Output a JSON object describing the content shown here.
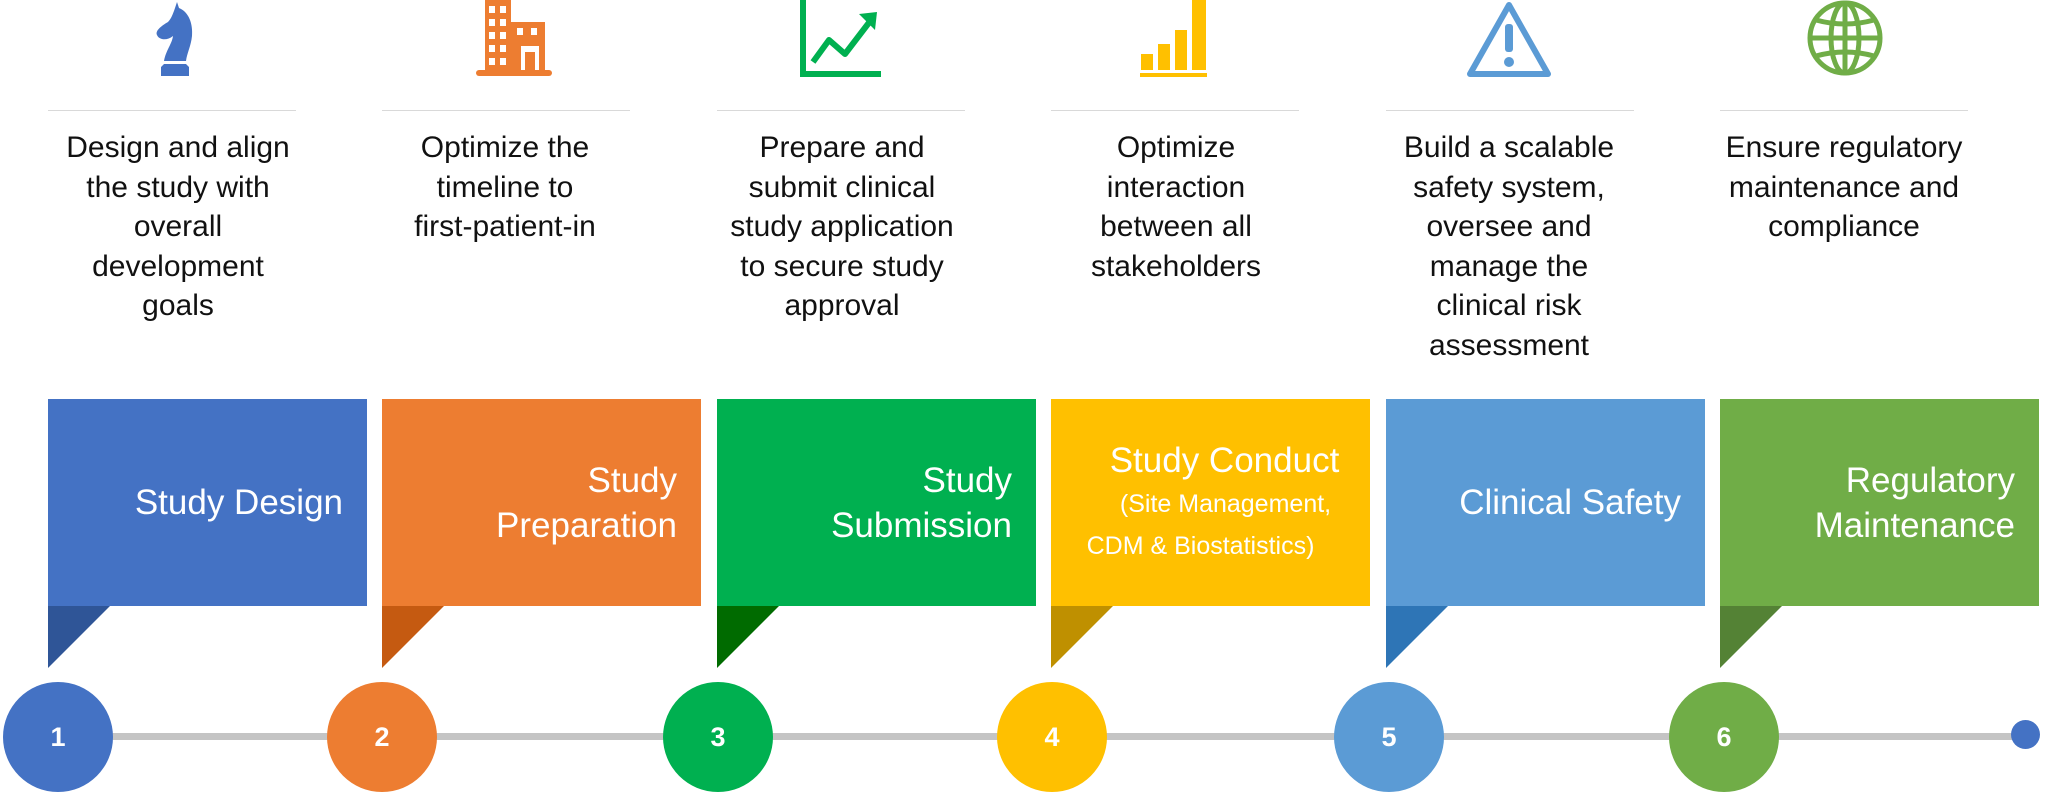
{
  "colors": {
    "design": "#4472c4",
    "preparation": "#ed7d31",
    "submission": "#00b050",
    "conduct": "#ffc000",
    "safety": "#5b9bd5",
    "regulatory": "#70ad47",
    "timeline": "#c4c4c4"
  },
  "stages": [
    {
      "icon": "chess-knight-icon",
      "description": [
        "Design and align",
        "the study with",
        "overall",
        "development",
        "goals"
      ],
      "banner": [
        "Study Design"
      ],
      "banner_sub": [],
      "number": "1"
    },
    {
      "icon": "office-building-icon",
      "description": [
        "Optimize the",
        "timeline to",
        "first-patient-in"
      ],
      "banner": [
        "Study",
        "Preparation"
      ],
      "banner_sub": [],
      "number": "2"
    },
    {
      "icon": "trending-chart-icon",
      "description": [
        "Prepare and",
        "submit clinical",
        "study application",
        "to secure study",
        "approval"
      ],
      "banner": [
        "Study",
        "Submission"
      ],
      "banner_sub": [],
      "number": "3"
    },
    {
      "icon": "signal-bars-icon",
      "description": [
        "Optimize",
        "interaction",
        "between all",
        "stakeholders"
      ],
      "banner": [
        "Study Conduct"
      ],
      "banner_sub": [
        "(Site Management,",
        "CDM & Biostatistics)"
      ],
      "number": "4"
    },
    {
      "icon": "warning-triangle-icon",
      "description": [
        "Build a scalable",
        "safety system,",
        "oversee and",
        "manage the",
        "clinical risk",
        "assessment"
      ],
      "banner": [
        "Clinical Safety"
      ],
      "banner_sub": [],
      "number": "5"
    },
    {
      "icon": "globe-icon",
      "description": [
        "Ensure regulatory",
        "maintenance and",
        "compliance"
      ],
      "banner": [
        "Regulatory",
        "Maintenance"
      ],
      "banner_sub": [],
      "number": "6"
    }
  ]
}
